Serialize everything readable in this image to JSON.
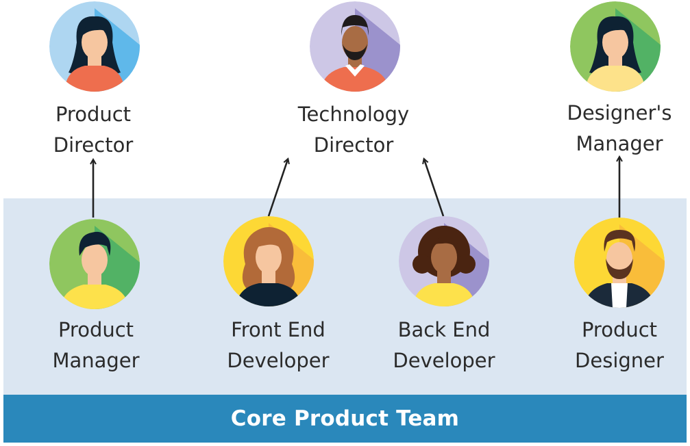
{
  "colors": {
    "panel": "#dbe6f2",
    "banner": "#2a88bb",
    "banner_text": "#ffffff",
    "arrow": "#222222",
    "text": "#2b2b2b"
  },
  "team": {
    "label": "Core Product Team"
  },
  "directors": [
    {
      "id": "product-director",
      "lines": [
        "Product",
        "Director"
      ],
      "icon": "woman-avatar-icon",
      "bg": "#aed6f1",
      "shade": "#5fb8ea",
      "skin": "#f6c6a0",
      "hair": "#0e2233",
      "shirt": "#ee6e4e"
    },
    {
      "id": "technology-director",
      "lines": [
        "Technology",
        "Director"
      ],
      "icon": "bearded-man-avatar-icon",
      "bg": "#cdc7e6",
      "shade": "#9b92cc",
      "skin": "#a86c44",
      "hair": "#1f1b1b",
      "shirt": "#ee6e4e"
    },
    {
      "id": "designers-manager",
      "lines": [
        "Designer's",
        "Manager"
      ],
      "icon": "woman-avatar-icon",
      "bg": "#8fc65f",
      "shade": "#52b265",
      "skin": "#f6c6a0",
      "hair": "#0e2233",
      "shirt": "#fde28a"
    }
  ],
  "members": [
    {
      "id": "product-manager",
      "lines": [
        "Product",
        "Manager"
      ],
      "icon": "man-avatar-icon",
      "bg": "#8fc65f",
      "shade": "#52b265",
      "skin": "#f6c6a0",
      "hair": "#0e2233",
      "shirt": "#fde14b"
    },
    {
      "id": "front-end-developer",
      "lines": [
        "Front End",
        "Developer"
      ],
      "icon": "curly-hair-woman-avatar-icon",
      "bg": "#fdd835",
      "shade": "#f9bd3a",
      "skin": "#f6c6a0",
      "hair": "#b26a39",
      "shirt": "#0e2233"
    },
    {
      "id": "back-end-developer",
      "lines": [
        "Back End",
        "Developer"
      ],
      "icon": "afro-woman-avatar-icon",
      "bg": "#cdc7e6",
      "shade": "#9b92cc",
      "skin": "#a86c44",
      "hair": "#4a2411",
      "shirt": "#fde14b"
    },
    {
      "id": "product-designer",
      "lines": [
        "Product",
        "Designer"
      ],
      "icon": "bearded-man-blazer-avatar-icon",
      "bg": "#fdd835",
      "shade": "#f9bd3a",
      "skin": "#f6c6a0",
      "hair": "#5a3320",
      "shirt": "#1b2a3a"
    }
  ],
  "reports_to": [
    {
      "from": "product-manager",
      "to": "product-director"
    },
    {
      "from": "front-end-developer",
      "to": "technology-director"
    },
    {
      "from": "back-end-developer",
      "to": "technology-director"
    },
    {
      "from": "product-designer",
      "to": "designers-manager"
    }
  ]
}
